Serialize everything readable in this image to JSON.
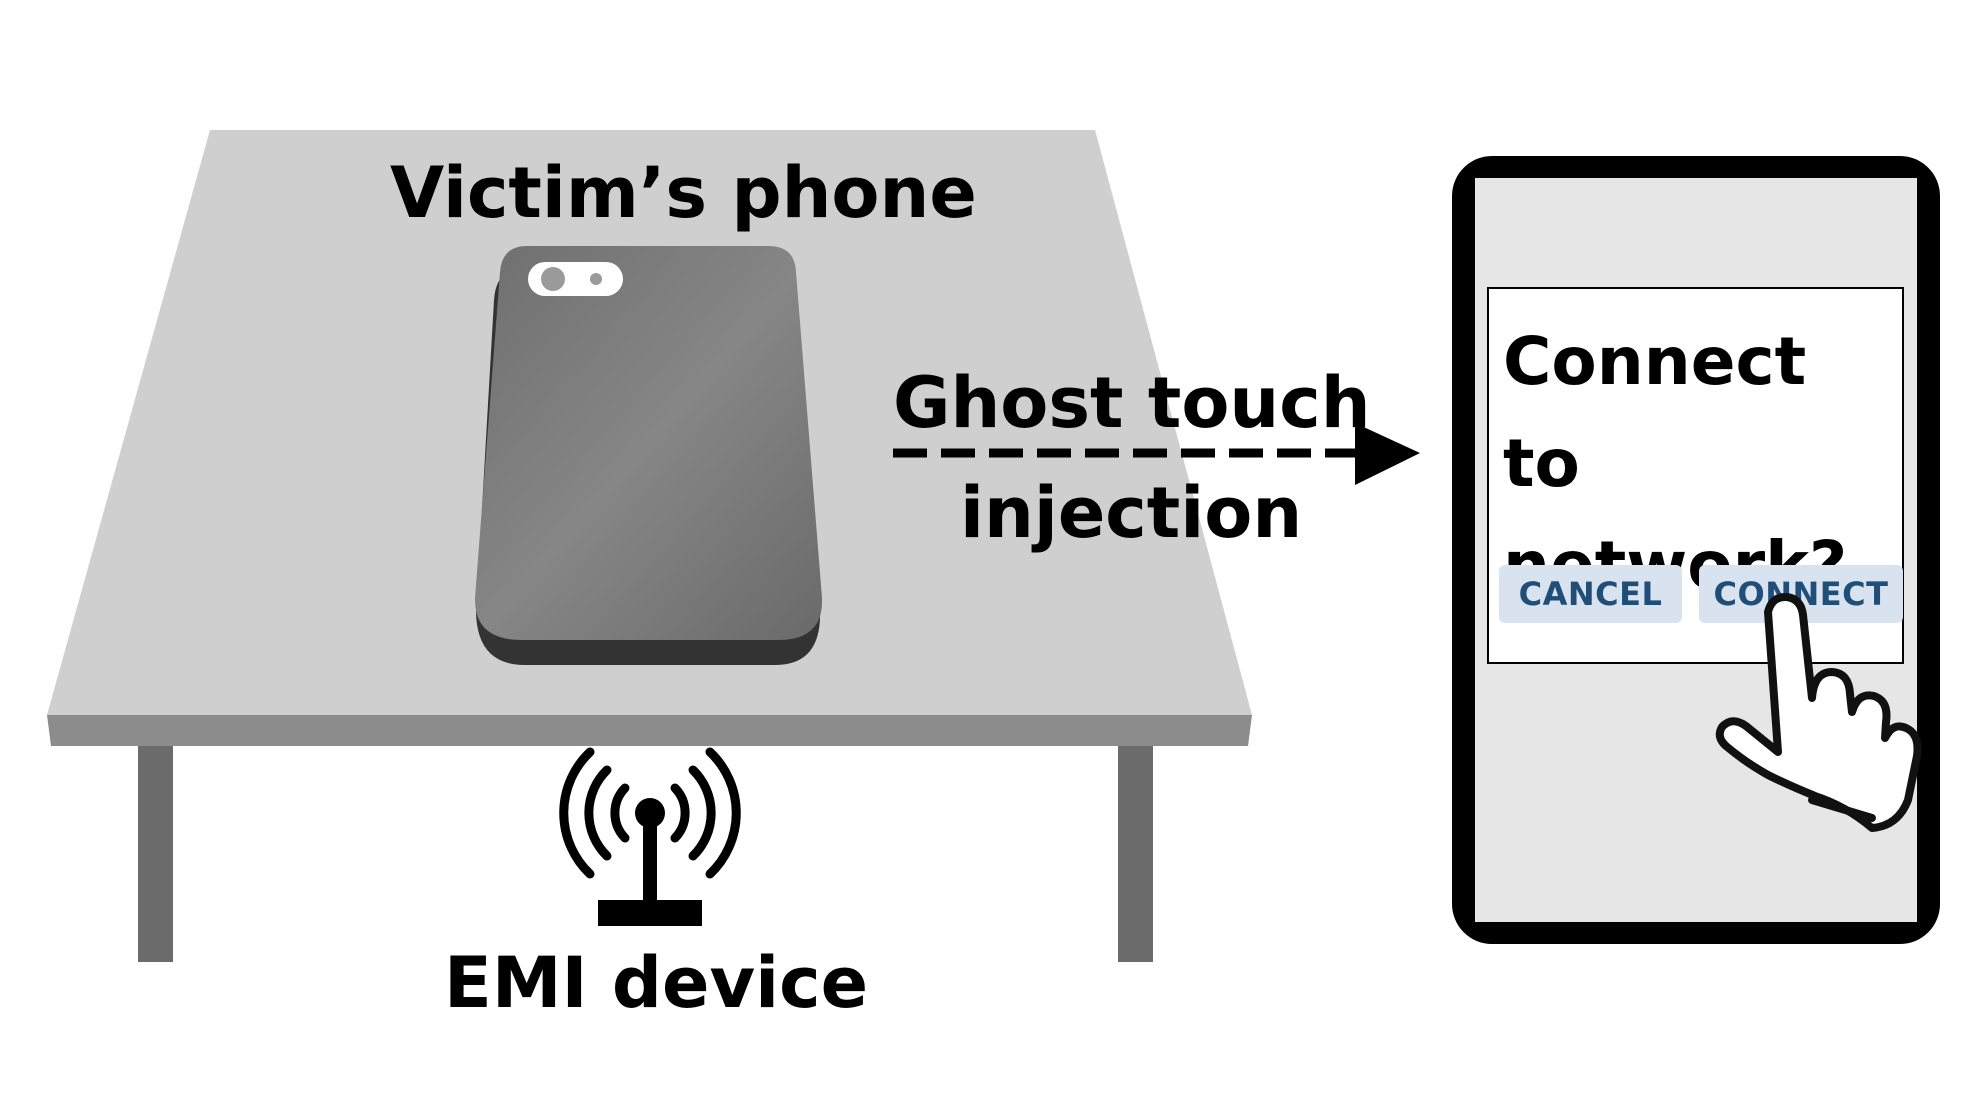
{
  "labels": {
    "victim_phone": "Victim’s phone",
    "ghost_touch": "Ghost touch",
    "injection": "injection",
    "emi_device": "EMI device"
  },
  "dialog": {
    "title": "Connect to network?",
    "cancel_label": "CANCEL",
    "connect_label": "CONNECT"
  },
  "icons": {
    "phone": "smartphone-back-icon",
    "antenna": "antenna-broadcast-icon",
    "hand": "pointing-hand-icon",
    "arrow": "dashed-arrow-icon"
  },
  "colors": {
    "table_top": "#cfcfcf",
    "table_edge": "#8c8c8c",
    "table_legs": "#6b6b6b",
    "phone_body": "#7a7a7a",
    "phone_shadow": "#333333",
    "screen": "#e6e6e6",
    "button_bg": "#d9e2ef",
    "button_text": "#1f4e79"
  }
}
